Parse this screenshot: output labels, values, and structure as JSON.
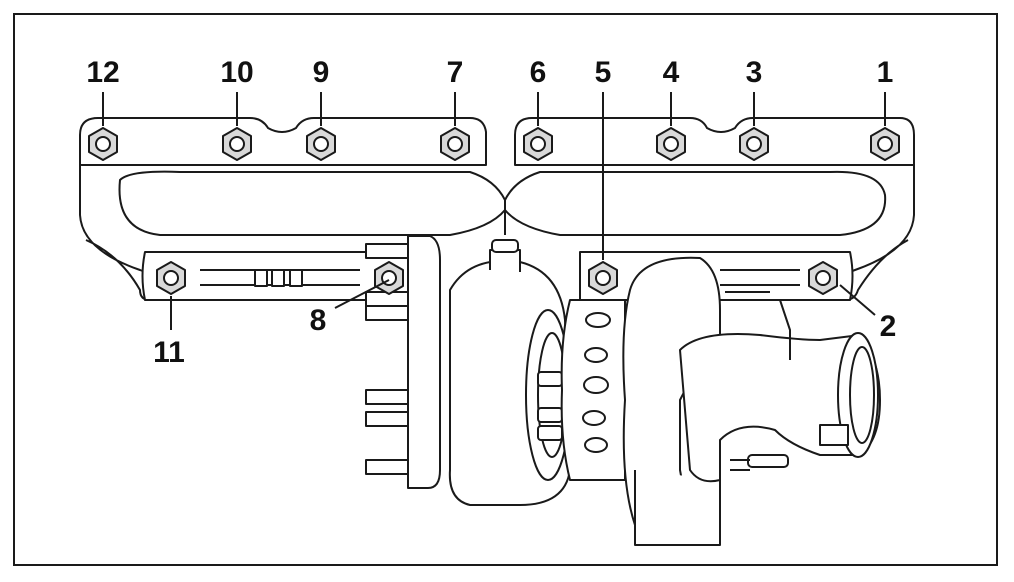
{
  "diagram": {
    "subject": "exhaust-manifest-and-turbocharger",
    "labels": {
      "n1": "1",
      "n2": "2",
      "n3": "3",
      "n4": "4",
      "n5": "5",
      "n6": "6",
      "n7": "7",
      "n8": "8",
      "n9": "9",
      "n10": "10",
      "n11": "11",
      "n12": "12"
    }
  },
  "colors": {
    "line": "#1a1a1a",
    "fill": "#ffffff",
    "nut": "#d9d9d9"
  }
}
